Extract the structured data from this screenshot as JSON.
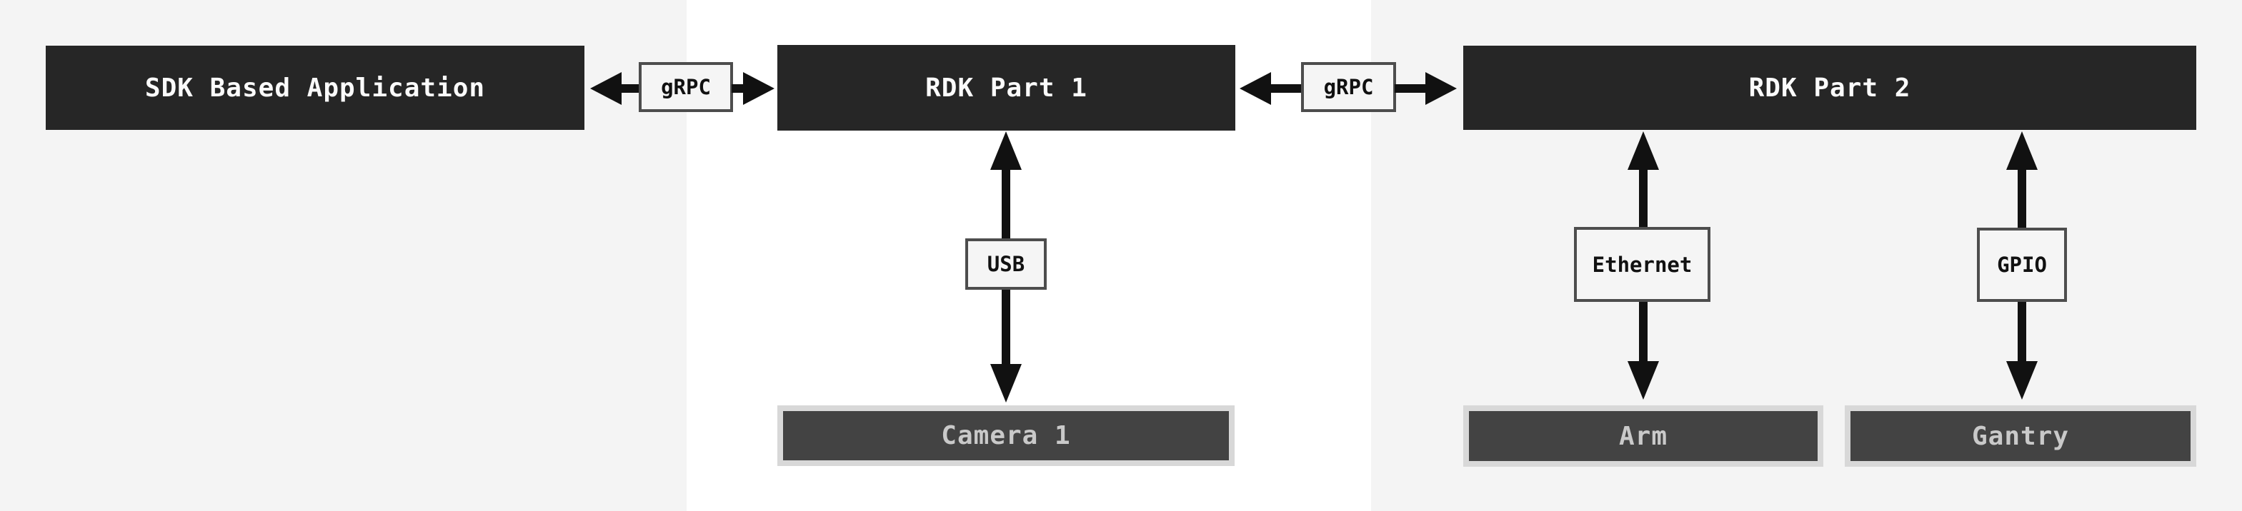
{
  "diagram": {
    "nodes": [
      {
        "id": "sdk-app",
        "label": "SDK Based Application",
        "type": "application"
      },
      {
        "id": "rdk-part-1",
        "label": "RDK Part 1",
        "type": "rdk-server"
      },
      {
        "id": "rdk-part-2",
        "label": "RDK Part 2",
        "type": "rdk-server"
      },
      {
        "id": "camera-1",
        "label": "Camera 1",
        "type": "component"
      },
      {
        "id": "arm",
        "label": "Arm",
        "type": "component"
      },
      {
        "id": "gantry",
        "label": "Gantry",
        "type": "component"
      }
    ],
    "edges": [
      {
        "from": "SDK Based Application",
        "to": "RDK Part 1",
        "label": "gRPC",
        "direction": "both"
      },
      {
        "from": "RDK Part 1",
        "to": "RDK Part 2",
        "label": "gRPC",
        "direction": "both"
      },
      {
        "from": "RDK Part 1",
        "to": "Camera 1",
        "label": "USB",
        "direction": "both"
      },
      {
        "from": "RDK Part 2",
        "to": "Arm",
        "label": "Ethernet",
        "direction": "both"
      },
      {
        "from": "RDK Part 2",
        "to": "Gantry",
        "label": "GPIO",
        "direction": "both"
      }
    ],
    "colors": {
      "background_gray": "#f4f4f4",
      "background_white": "#ffffff",
      "node_dark": "#262626",
      "node_text": "#fbfbfb",
      "component_fill": "#434343",
      "component_border": "#d8d8d8",
      "component_text": "#c9c9c9",
      "label_fill": "#f5f5f5",
      "label_border": "#4d4d4d",
      "label_text": "#111111",
      "arrow": "#111111"
    }
  }
}
